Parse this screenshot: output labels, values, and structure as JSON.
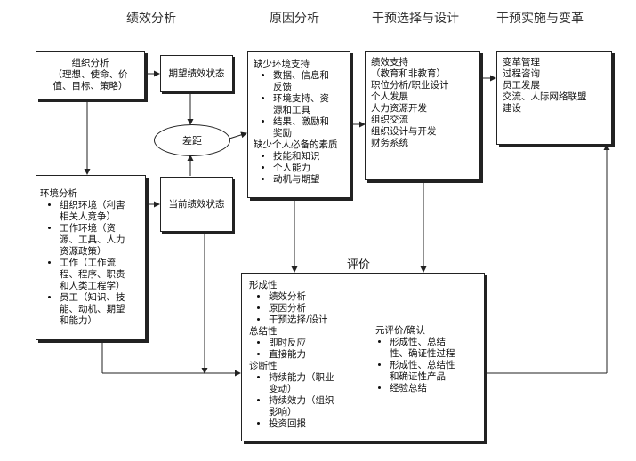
{
  "headers": [
    "绩效分析",
    "原因分析",
    "干预选择与设计",
    "干预实施与变革"
  ],
  "org_analysis": {
    "lines": [
      "组织分析",
      "（理想、使命、价",
      "值、目标、策略）"
    ]
  },
  "desired_state": "期望绩效状态",
  "gap": "差距",
  "current_state": "当前绩效状态",
  "env_analysis": {
    "title": "环境分析",
    "items": [
      [
        "组织环境（利害",
        "相关人竞争）"
      ],
      [
        "工作环境（资",
        "源、工具、人力",
        "资源政策）"
      ],
      [
        "工作（工作流",
        "程、程序、职责",
        "和人类工程学）"
      ],
      [
        "员工（知识、技",
        "能、动机、期望",
        "和能力）"
      ]
    ]
  },
  "cause_analysis": {
    "section1_title": "缺少环境支持",
    "section1_items": [
      [
        "数据、信息和",
        "反馈"
      ],
      [
        "环境支持、资",
        "源和工具"
      ],
      [
        "结果、激励和",
        "奖励"
      ]
    ],
    "section2_title": "缺少个人必备的素质",
    "section2_items": [
      [
        "技能和知识"
      ],
      [
        "个人能力"
      ],
      [
        "动机与期望"
      ]
    ]
  },
  "intervention_design": {
    "lines": [
      "绩效支持",
      "（教育和非教育）",
      "职位分析/职业设计",
      "个人发展",
      "人力资源开发",
      "组织交流",
      "组织设计与开发",
      "财务系统"
    ]
  },
  "implementation": {
    "lines": [
      "变革管理",
      "过程咨询",
      "员工发展",
      "交流、人际网络联盟",
      "建设"
    ]
  },
  "evaluation_label": "评价",
  "evaluation": {
    "formative_title": "形成性",
    "formative_items": [
      [
        "绩效分析"
      ],
      [
        "原因分析"
      ],
      [
        "干预选择/设计"
      ]
    ],
    "summative_title": "总结性",
    "summative_items": [
      [
        "即时反应"
      ],
      [
        "直接能力"
      ]
    ],
    "diagnostic_title": "诊断性",
    "diagnostic_items": [
      [
        "持续能力（职业",
        "变动）"
      ],
      [
        "持续效力（组织",
        "影响）"
      ],
      [
        "投资回报"
      ]
    ],
    "meta_title": "元评价/确认",
    "meta_items": [
      [
        "形成性、总结",
        "性、确证性过程"
      ],
      [
        "形成性、总结性",
        "和确证性产品"
      ],
      [
        "经验总结"
      ]
    ]
  }
}
